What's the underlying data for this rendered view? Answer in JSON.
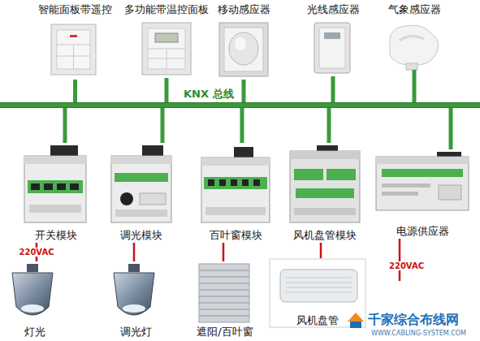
{
  "diagram": {
    "nodes": [
      {
        "text": [
          "智能面板带遥控"
        ]
      },
      {
        "text": [
          "多功能带温控面板"
        ]
      },
      {
        "text": [
          "移动感应器"
        ]
      },
      {
        "text": [
          "光线感应器"
        ]
      },
      {
        "text": [
          "气象感应器"
        ]
      },
      {
        "text": [
          "KNX 总线"
        ]
      },
      {
        "text": [
          "开关模块"
        ]
      },
      {
        "text": [
          "调光模块"
        ]
      },
      {
        "text": [
          "百叶窗模块"
        ]
      },
      {
        "text": [
          "风机盘管模块"
        ]
      },
      {
        "text": [
          "电源供应器"
        ]
      },
      {
        "text": [
          "灯光"
        ]
      },
      {
        "text": [
          "调光灯"
        ]
      },
      {
        "text": [
          "遮阳/百叶窗"
        ]
      },
      {
        "text": [
          "风机盘管"
        ]
      }
    ],
    "edges": [
      {
        "from": 0,
        "to": 5,
        "arrow": "none"
      },
      {
        "from": 1,
        "to": 5,
        "arrow": "none"
      },
      {
        "from": 2,
        "to": 5,
        "arrow": "none"
      },
      {
        "from": 3,
        "to": 5,
        "arrow": "none"
      },
      {
        "from": 4,
        "to": 5,
        "arrow": "none"
      },
      {
        "from": 5,
        "to": 6,
        "arrow": "none"
      },
      {
        "from": 5,
        "to": 7,
        "arrow": "none"
      },
      {
        "from": 5,
        "to": 8,
        "arrow": "none"
      },
      {
        "from": 5,
        "to": 9,
        "arrow": "none"
      },
      {
        "from": 5,
        "to": 10,
        "arrow": "none"
      },
      {
        "from": 6,
        "to": 11,
        "label": "220VAC",
        "arrow": "none"
      },
      {
        "from": 7,
        "to": 12,
        "arrow": "none"
      },
      {
        "from": 8,
        "to": 13,
        "arrow": "none"
      },
      {
        "from": 9,
        "to": 14,
        "arrow": "none"
      }
    ],
    "labels": [
      "220VAC",
      "千家综合布线网",
      "WWW.CABLING-SYSTEM.COM"
    ]
  }
}
